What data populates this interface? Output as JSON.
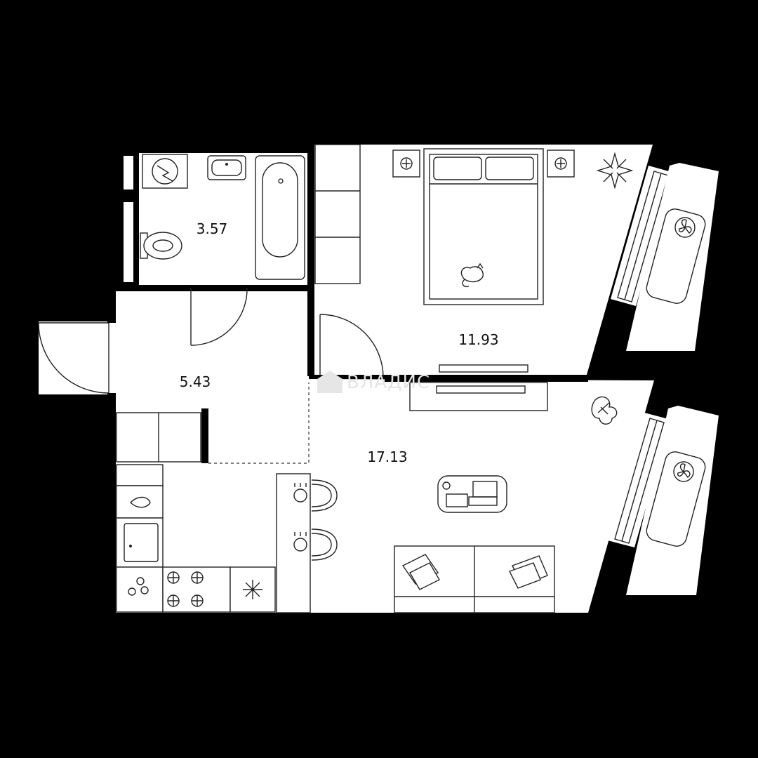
{
  "rooms": [
    {
      "id": "bathroom",
      "area": "3.57"
    },
    {
      "id": "hallway",
      "area": "5.43"
    },
    {
      "id": "bedroom",
      "area": "11.93"
    },
    {
      "id": "living-kitchen",
      "area": "17.13"
    }
  ],
  "watermark": "ВЛАДИС",
  "colors": {
    "background": "#000000",
    "floor": "#ffffff",
    "wall": "#000000",
    "line": "#222222"
  },
  "icons": [
    "window-icon",
    "door-icon",
    "bed-icon",
    "nightstand-lamp-icon",
    "plant-icon",
    "cat-icon",
    "bathtub-icon",
    "sink-icon",
    "toilet-icon",
    "washing-machine-icon",
    "cooktop-icon",
    "fridge-icon",
    "dining-table-icon",
    "chair-icon",
    "sofa-icon",
    "desk-laptop-icon",
    "wardrobe-icon",
    "tv-stand-icon",
    "fan-icon"
  ]
}
